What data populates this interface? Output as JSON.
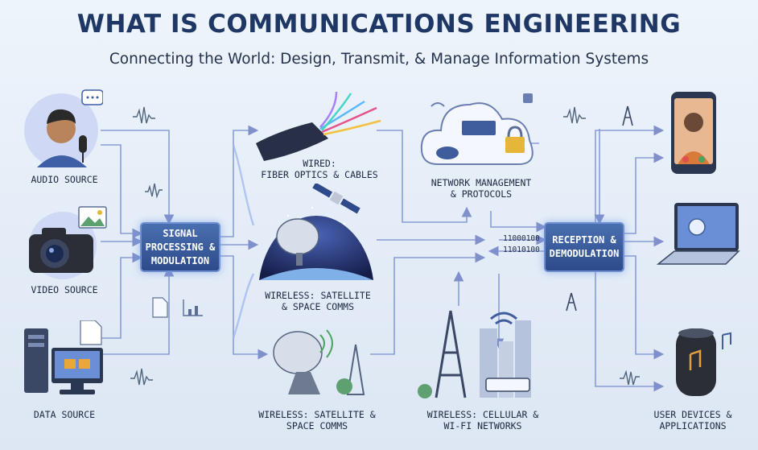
{
  "header": {
    "title": "WHAT IS COMMUNICATIONS ENGINEERING",
    "subtitle": "Connecting the World: Design, Transmit, & Manage Information Systems"
  },
  "sources": {
    "audio": "AUDIO SOURCE",
    "video": "VIDEO SOURCE",
    "data": "DATA SOURCE"
  },
  "processing": {
    "line1": "SIGNAL",
    "line2": "PROCESSING &",
    "line3": "MODULATION"
  },
  "channels": {
    "wired_line1": "WIRED:",
    "wired_line2": "FIBER OPTICS & CABLES",
    "satellite_line1": "WIRELESS: SATELLITE",
    "satellite_line2": "& SPACE COMMS",
    "ground_line1": "WIRELESS: SATELLITE &",
    "ground_line2": "SPACE COMMS",
    "cellular_line1": "WIRELESS: CELLULAR &",
    "cellular_line2": "WI-FI NETWORKS"
  },
  "network": {
    "line1": "NETWORK MANAGEMENT",
    "line2": "& PROTOCOLS"
  },
  "reception": {
    "line1": "RECEPTION &",
    "line2": "DEMODULATION"
  },
  "devices": {
    "line1": "USER DEVICES &",
    "line2": "APPLICATIONS"
  },
  "binary": {
    "row1": "11000100",
    "row2": "11010100"
  },
  "colors": {
    "title": "#1f3765",
    "box_fill": "#2d4b8a",
    "flow_line": "#7b8fcf"
  }
}
